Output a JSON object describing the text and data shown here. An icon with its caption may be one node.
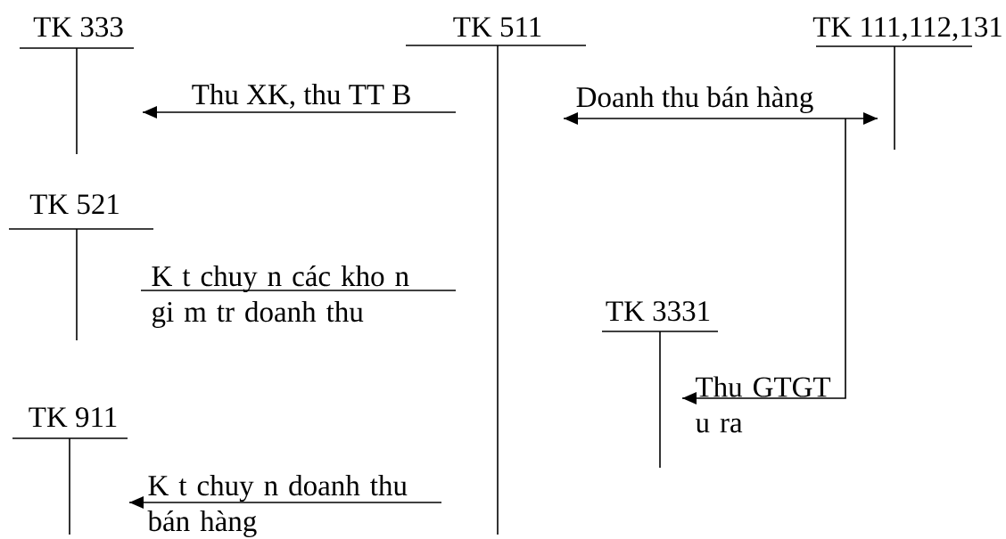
{
  "diagram": {
    "nodes": [
      {
        "text": [
          "TK 333"
        ]
      },
      {
        "text": [
          "TK 511"
        ]
      },
      {
        "text": [
          "TK 111,112,131"
        ]
      },
      {
        "text": [
          "TK 521"
        ]
      },
      {
        "text": [
          "TK 3331"
        ]
      },
      {
        "text": [
          "TK 911"
        ]
      }
    ],
    "edges": [
      {
        "from": 1,
        "to": 0,
        "arrow": "to",
        "label": "Thu XK, thu TT B"
      },
      {
        "from": 1,
        "to": 2,
        "arrow": "both",
        "label": "Doanh thu bán hàng"
      },
      {
        "from": 3,
        "to": 1,
        "arrow": "none",
        "label": "K t chuy n các kho n gi m tr doanh thu"
      },
      {
        "from": 2,
        "to": 4,
        "arrow": "to",
        "label": "Thu GTGT u ra"
      },
      {
        "from": 1,
        "to": 5,
        "arrow": "to",
        "label": "K t chuy n doanh thu bán hàng"
      }
    ]
  }
}
